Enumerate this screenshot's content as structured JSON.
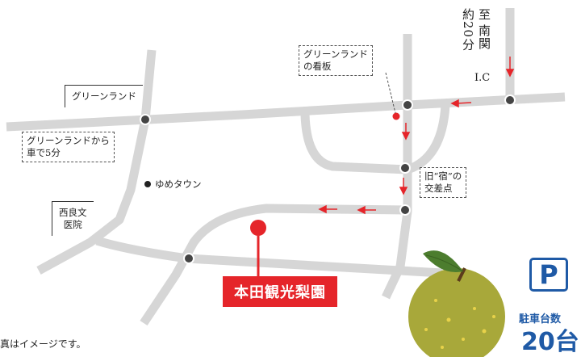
{
  "labels": {
    "greenland_road": "グリーンランド",
    "greenland_five_min": "グリーンランドから\n車で5分",
    "greenland_sign": "グリーンランド\nの看板",
    "yume_town": "ゆめタウン",
    "nishira_clinic": "西良文\n医院",
    "old_juku_intersection": "旧“宿”の\n交差点",
    "minami_seki_ic": "南関",
    "to_ic": "至",
    "approx_20_min": "約20分",
    "ic": "I.C"
  },
  "destination": {
    "name": "本田観光梨園"
  },
  "parking": {
    "symbol": "P",
    "label": "駐車台数",
    "count": "20台"
  },
  "footer": {
    "note": "真はイメージです。"
  },
  "colors": {
    "road": "#d6d6d6",
    "arrow": "#e5252a",
    "destination": "#e5252a",
    "parking": "#1f5aa6",
    "pear": "#a8a83a",
    "leaf": "#4c7d2e"
  }
}
